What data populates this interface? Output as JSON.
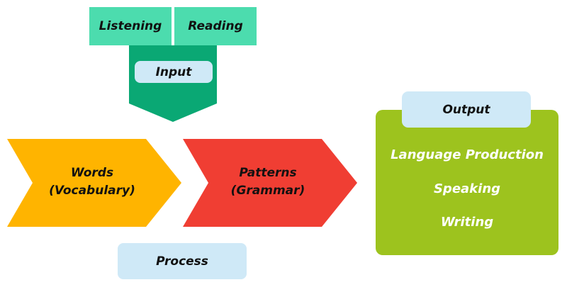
{
  "input": {
    "sources": [
      {
        "label": "Listening"
      },
      {
        "label": "Reading"
      }
    ],
    "title": "Input",
    "color": "#4cdcae",
    "arrow_color": "#0aa874"
  },
  "process": {
    "steps": [
      {
        "line1": "Words",
        "line2": "(Vocabulary)",
        "color": "#ffb400"
      },
      {
        "line1": "Patterns",
        "line2": "(Grammar)",
        "color": "#f03e33"
      }
    ],
    "title": "Process"
  },
  "output": {
    "title": "Output",
    "color": "#9dc31e",
    "items": [
      {
        "label": "Language Production"
      },
      {
        "label": "Speaking"
      },
      {
        "label": "Writing"
      }
    ]
  },
  "colors": {
    "pill": "#cfe9f7"
  }
}
